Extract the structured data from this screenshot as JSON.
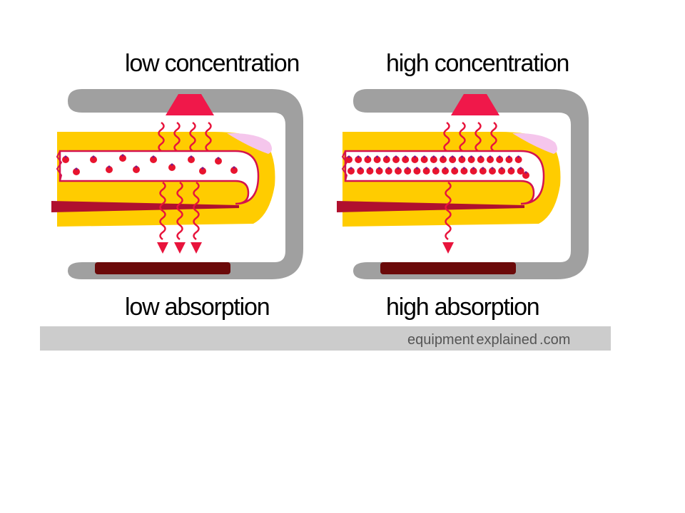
{
  "panels": [
    {
      "id": "left",
      "top_label": "low concentration",
      "bottom_label": "low absorption",
      "concentration_level": "low",
      "absorption_level": "low",
      "waves_passing_through": 3
    },
    {
      "id": "right",
      "top_label": "high concentration",
      "bottom_label": "high absorption",
      "concentration_level": "high",
      "absorption_level": "high",
      "waves_passing_through": 1
    }
  ],
  "footer": {
    "word1": "equipment",
    "word2": "explained",
    "word3": ".com"
  },
  "colors": {
    "probe_gray": "#a0a0a0",
    "emitter": "#f0184a",
    "detector": "#6b0a0a",
    "finger": "#ffcc00",
    "nail": "#f5c6ec",
    "vessel_outline": "#d4124e",
    "artery": "#b0102e",
    "blood_cell": "#e8142e",
    "wave": "#e8143c",
    "footer_bar": "#cccccc"
  }
}
